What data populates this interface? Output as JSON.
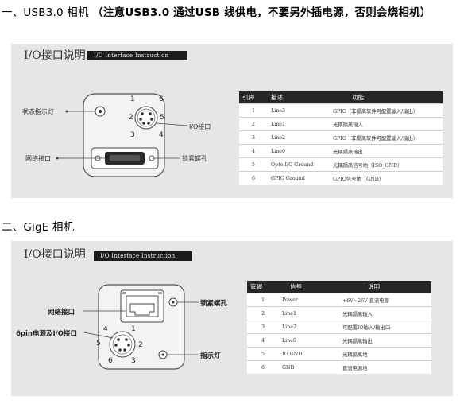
{
  "section1": {
    "heading_prefix": "一、USB3.0 相机 ",
    "heading_bold": "（注意USB3.0 通过USB 线供电，不要另外插电源，否则会烧相机）",
    "panel_title": "I/O接口说明",
    "badge": "I/O Interface Instruction",
    "labels": {
      "status_led": "状态指示灯",
      "network_port": "网络接口",
      "io_port": "I/O接口",
      "lock_screw": "锁紧螺孔"
    },
    "pin_numbers": [
      "1",
      "2",
      "3",
      "4",
      "5",
      "6"
    ],
    "table": {
      "headers": [
        "引脚",
        "描述",
        "功能"
      ],
      "rows": [
        [
          "1",
          "Line3",
          "GPIO（非隔离软件可配置输入/输出）"
        ],
        [
          "2",
          "Line1",
          "光耦隔离输入"
        ],
        [
          "3",
          "Line2",
          "GPIO（非隔离软件可配置输入/输出）"
        ],
        [
          "4",
          "Line0",
          "光耦隔离输出"
        ],
        [
          "5",
          "Opto I/O Ground",
          "光耦隔离信号地（ISO_GND）"
        ],
        [
          "6",
          "GPIO Ground",
          "GPIO信号地（GND）"
        ]
      ]
    }
  },
  "section2": {
    "heading": "二、GigE 相机",
    "panel_title": "I/O接口说明",
    "badge": "I/O Interface Instruction",
    "labels": {
      "network_port": "网络接口",
      "power_io": "6pin电源及I/O接口",
      "lock_screw": "锁紧螺孔",
      "indicator": "指示灯"
    },
    "pin_numbers": [
      "1",
      "2",
      "3",
      "4",
      "5",
      "6"
    ],
    "table": {
      "headers": [
        "管脚",
        "信号",
        "说明"
      ],
      "rows": [
        [
          "1",
          "Power",
          "+6V~26V 直流电源"
        ],
        [
          "2",
          "Line1",
          "光耦隔离输入"
        ],
        [
          "3",
          "Line2",
          "可配置IO输入/输出口"
        ],
        [
          "4",
          "Line0",
          "光耦隔离输出"
        ],
        [
          "5",
          "IO GND",
          "光耦隔离地"
        ],
        [
          "6",
          "GND",
          "直流电源地"
        ]
      ]
    }
  }
}
